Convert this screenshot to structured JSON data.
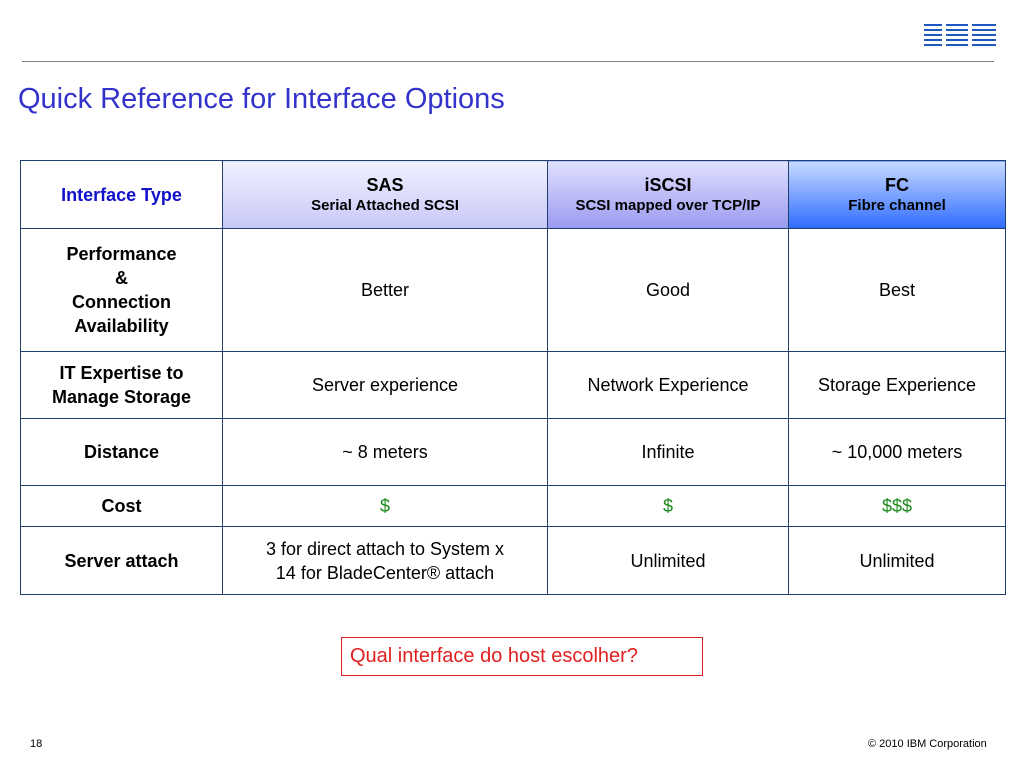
{
  "logo_text": "IBM",
  "colors": {
    "title": "#3333cc",
    "accent_red": "#e02020",
    "cost_green": "#1a8a1a",
    "fc_header": "#2f6cff"
  },
  "title": "Quick Reference for Interface Options",
  "table": {
    "header": {
      "row_label": "Interface Type",
      "columns": [
        {
          "name": "SAS",
          "sub": "Serial Attached SCSI"
        },
        {
          "name": "iSCSI",
          "sub": "SCSI mapped over TCP/IP"
        },
        {
          "name": "FC",
          "sub": "Fibre channel"
        }
      ]
    },
    "rows": [
      {
        "label_lines": [
          "Performance",
          "&",
          "Connection",
          "Availability"
        ],
        "cells": [
          [
            "Better"
          ],
          [
            "Good"
          ],
          [
            "Best"
          ]
        ]
      },
      {
        "label_lines": [
          "IT Expertise to",
          "Manage Storage"
        ],
        "cells": [
          [
            "Server experience"
          ],
          [
            "Network Experience"
          ],
          [
            "Storage Experience"
          ]
        ]
      },
      {
        "label_lines": [
          "Distance"
        ],
        "cells": [
          [
            "~ 8 meters"
          ],
          [
            "Infinite"
          ],
          [
            "~ 10,000 meters"
          ]
        ]
      },
      {
        "label_lines": [
          "Cost"
        ],
        "cells": [
          [
            "$"
          ],
          [
            "$"
          ],
          [
            "$$$"
          ]
        ]
      },
      {
        "label_lines": [
          "Server attach"
        ],
        "cells": [
          [
            "3 for direct attach to System x",
            "14 for BladeCenter® attach"
          ],
          [
            "Unlimited"
          ],
          [
            "Unlimited"
          ]
        ]
      }
    ]
  },
  "question": "Qual interface do host escolher?",
  "page_number": "18",
  "copyright": "© 2010 IBM Corporation"
}
